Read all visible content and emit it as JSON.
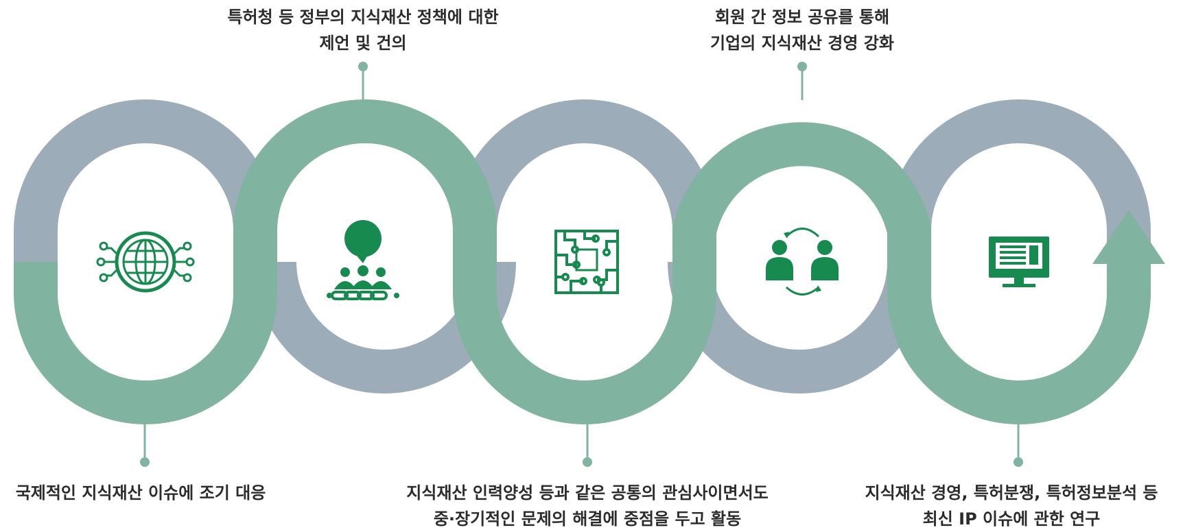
{
  "colors": {
    "green": "#80B3A0",
    "gray": "#9CACB8",
    "icon": "#168A4F",
    "text": "#2B2B2B"
  },
  "steps": [
    {
      "icon": "globe-network-icon",
      "lines": [
        "국제적인 지식재산 이슈에 조기 대응"
      ]
    },
    {
      "icon": "group-speech-chain-icon",
      "lines": [
        "특허청 등 정부의 지식재산 정책에 대한",
        "제언 및 건의"
      ]
    },
    {
      "icon": "circuit-board-icon",
      "lines": [
        "지식재산 인력양성 등과 같은 공통의 관심사이면서도",
        "중·장기적인 문제의 해결에 중점을 두고 활동"
      ]
    },
    {
      "icon": "people-exchange-icon",
      "lines": [
        "회원 간 정보 공유를 통해",
        "기업의 지식재산 경영 강화"
      ]
    },
    {
      "icon": "monitor-icon",
      "lines": [
        "지식재산 경영, 특허분쟁, 특허정보분석 등",
        "최신 IP 이슈에 관한 연구"
      ]
    }
  ]
}
